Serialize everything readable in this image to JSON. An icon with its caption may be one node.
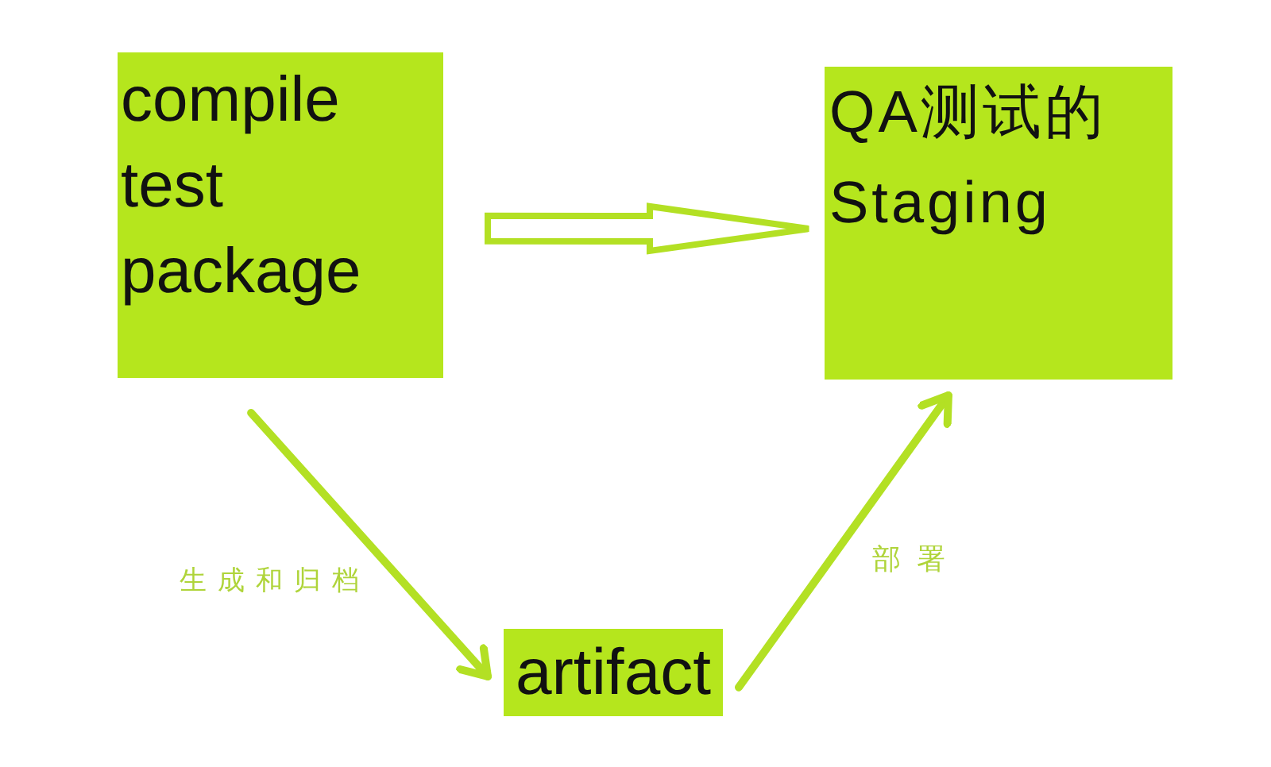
{
  "diagram": {
    "nodes": [
      {
        "text": [
          "compile test package"
        ]
      },
      {
        "text": [
          "QA测试的 Staging"
        ]
      },
      {
        "text": [
          "artifact"
        ]
      }
    ],
    "edges": [
      {
        "from": 0,
        "to": 1,
        "arrow": "to",
        "style": "thick"
      },
      {
        "from": 0,
        "to": 2,
        "arrow": "to",
        "label": "生成和归档"
      },
      {
        "from": 2,
        "to": 1,
        "arrow": "to",
        "label": "部署"
      }
    ]
  }
}
